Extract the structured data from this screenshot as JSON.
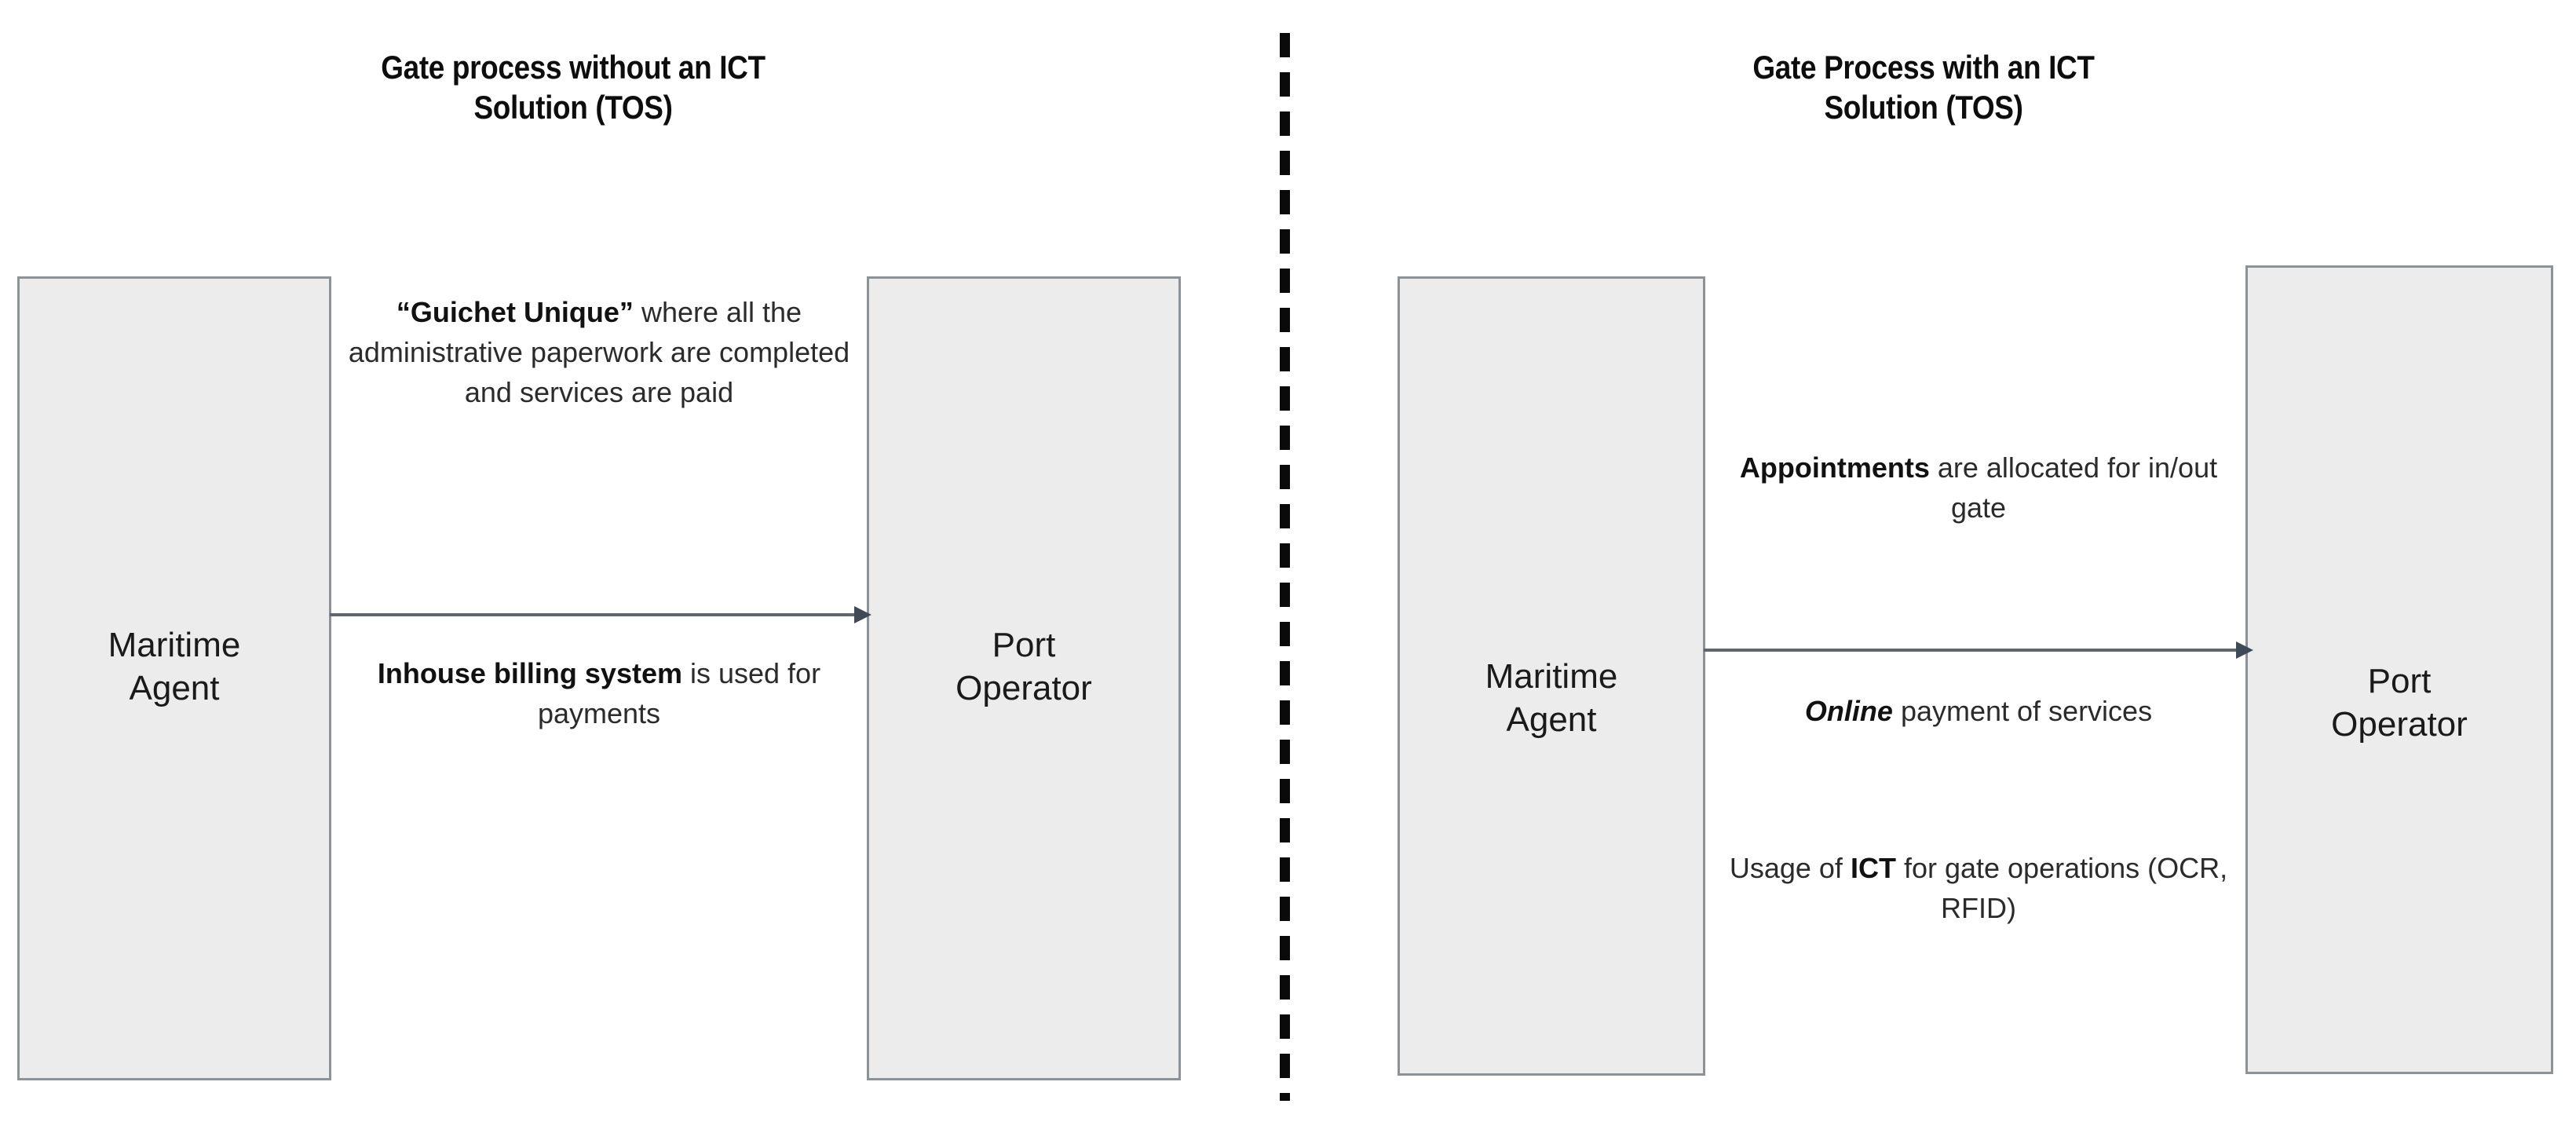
{
  "diagram": {
    "title_left": "Gate process without an ICT Solution (TOS)",
    "title_right": "Gate Process with an ICT Solution (TOS)",
    "divider": "vertical-dashed-separator"
  },
  "left_panel": {
    "title_line1": "Gate process without an ICT",
    "title_line2": "Solution (TOS)",
    "source_box": {
      "line1": "Maritime",
      "line2": "Agent"
    },
    "target_box": {
      "line1": "Port",
      "line2": "Operator"
    },
    "arrow": {
      "direction": "left-to-right",
      "label": "flow-from-maritime-agent-to-port-operator"
    },
    "note_above": {
      "bold": "“Guichet Unique”",
      "rest": " where all the administrative paperwork are completed and services are paid",
      "full": "“Guichet Unique” where all the administrative paperwork are completed and services are paid"
    },
    "note_below": {
      "bold": "Inhouse billing system",
      "rest": " is used for payments",
      "full": "Inhouse billing system is used for payments"
    }
  },
  "right_panel": {
    "title_line1": "Gate Process with an ICT",
    "title_line2": "Solution (TOS)",
    "source_box": {
      "line1": "Maritime",
      "line2": "Agent"
    },
    "target_box": {
      "line1": "Port",
      "line2": "Operator"
    },
    "arrow": {
      "direction": "left-to-right",
      "label": "flow-from-maritime-agent-to-port-operator"
    },
    "note_top": {
      "bold": "Appointments",
      "rest": " are allocated for in/out gate",
      "full": "Appointments are allocated for in/out gate"
    },
    "note_middle": {
      "bold_italic": "Online",
      "rest": " payment of services",
      "full": "Online payment of services"
    },
    "note_bottom": {
      "pre": "Usage of ",
      "bold": "ICT",
      "rest": " for gate operations (OCR, RFID)",
      "full": "Usage of ICT for gate operations (OCR, RFID)"
    }
  },
  "colors": {
    "box_fill": "#ececec",
    "box_border": "#8d9296",
    "arrow_shaft": "#5f666d",
    "arrow_head": "#3f4a56",
    "divider": "#0a0a0a",
    "text": "#2b2b2b",
    "title_text": "#0d0d0d",
    "background": "#ffffff"
  }
}
